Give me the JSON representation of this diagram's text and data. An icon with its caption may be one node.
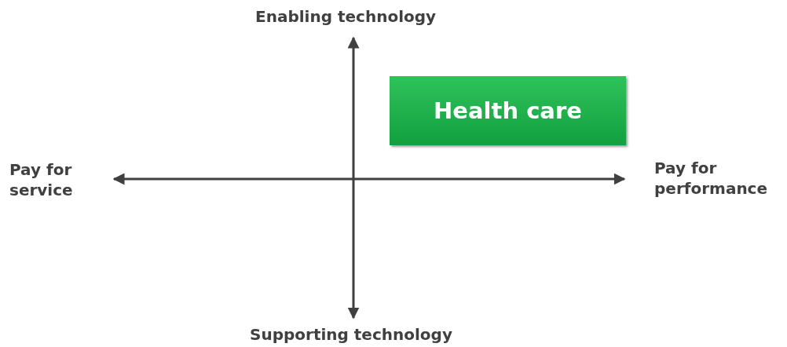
{
  "diagram": {
    "nodes": [
      {
        "text": [
          "Enabling technology"
        ]
      },
      {
        "text": [
          "Supporting technology"
        ]
      },
      {
        "text": [
          "Pay for service"
        ]
      },
      {
        "text": [
          "Pay for performance"
        ]
      },
      {
        "text": [
          "Health care"
        ]
      }
    ],
    "edges": [
      {
        "from": 0,
        "to": 1,
        "arrow": "both"
      },
      {
        "from": 2,
        "to": 3,
        "arrow": "both"
      }
    ]
  }
}
